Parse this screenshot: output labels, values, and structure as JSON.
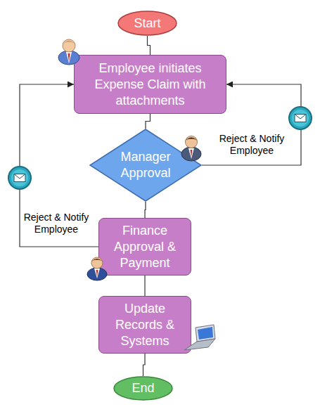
{
  "diagram": {
    "nodes": [
      {
        "text": [
          "Start"
        ]
      },
      {
        "text": [
          "Employee initiates Expense Claim with attachments"
        ]
      },
      {
        "text": [
          "Manager Approval"
        ]
      },
      {
        "text": [
          "Finance Approval & Payment"
        ]
      },
      {
        "text": [
          "Update Records & Systems"
        ]
      },
      {
        "text": [
          "End"
        ]
      }
    ],
    "edges": [
      {
        "from": 0,
        "to": 1,
        "arrow": "none"
      },
      {
        "from": 1,
        "to": 2,
        "arrow": "none"
      },
      {
        "from": 2,
        "to": 3,
        "arrow": "none"
      },
      {
        "from": 3,
        "to": 4,
        "arrow": "none"
      },
      {
        "from": 4,
        "to": 5,
        "arrow": "none"
      },
      {
        "from": 2,
        "to": 1,
        "label": "Reject & Notify Employee",
        "arrow": "to"
      },
      {
        "from": 3,
        "to": 1,
        "label": "Reject & Notify Employee",
        "arrow": "to"
      }
    ]
  }
}
